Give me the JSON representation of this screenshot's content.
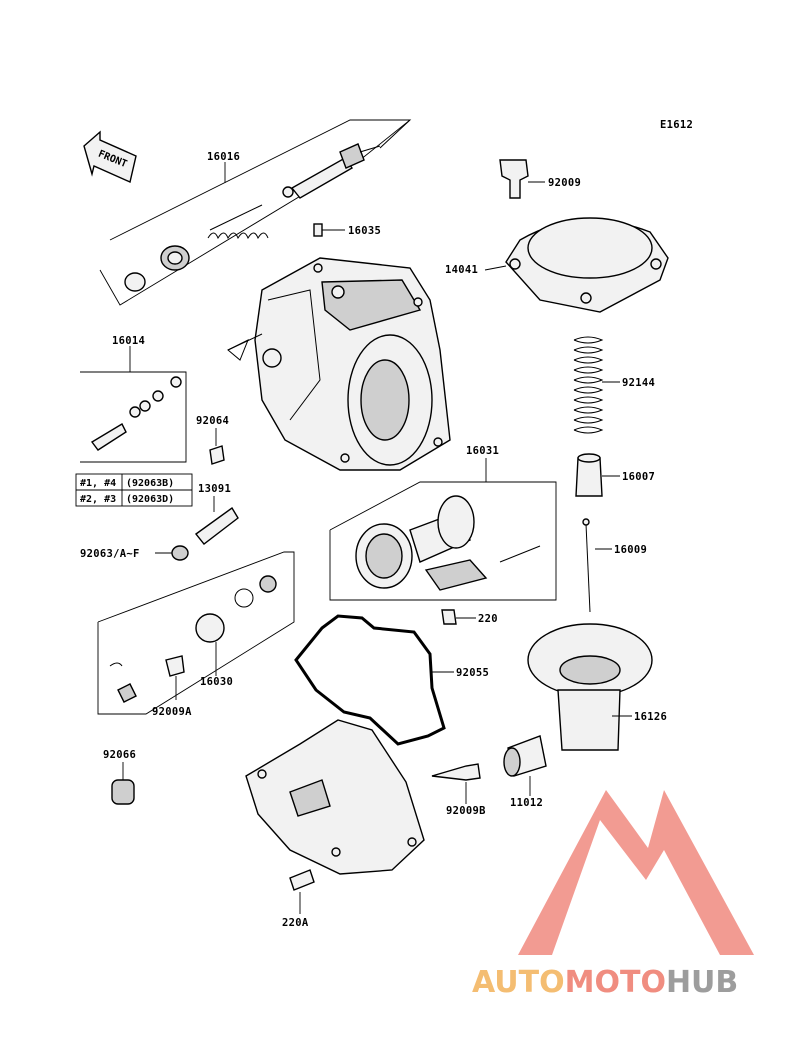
{
  "diagram_code": "E1612",
  "front_arrow_label": "FRONT",
  "parts": {
    "p16016": "16016",
    "p16035": "16035",
    "p92009": "92009",
    "p14041": "14041",
    "p16014": "16014",
    "p92064": "92064",
    "p13091": "13091",
    "p92063": "92063/A~F",
    "p92144": "92144",
    "p16031": "16031",
    "p16007": "16007",
    "p16009": "16009",
    "p220": "220",
    "p92055": "92055",
    "p16030": "16030",
    "p92009A": "92009A",
    "p16126": "16126",
    "p92066": "92066",
    "p92009B": "92009B",
    "p11012": "11012",
    "p220A": "220A"
  },
  "variant_table": {
    "rows": [
      {
        "cyl": "#1, #4",
        "part": "(92063B)"
      },
      {
        "cyl": "#2, #3",
        "part": "(92063D)"
      }
    ]
  },
  "watermark": {
    "auto": "AUTO",
    "moto": "MOTO",
    "hub": "HUB",
    "colors": {
      "auto": "#f3b25a",
      "moto": "#ee7a6a",
      "hub": "#8c8c8c",
      "logo": "#f08a80"
    }
  }
}
